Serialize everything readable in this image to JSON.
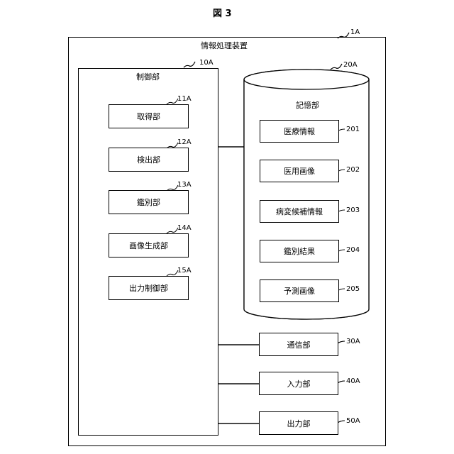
{
  "figure_label": "図 3",
  "device": {
    "label": "情報処理装置",
    "ref": "1A"
  },
  "control": {
    "label": "制御部",
    "ref": "10A",
    "units": [
      {
        "label": "取得部",
        "ref": "11A"
      },
      {
        "label": "検出部",
        "ref": "12A"
      },
      {
        "label": "鑑別部",
        "ref": "13A"
      },
      {
        "label": "画像生成部",
        "ref": "14A"
      },
      {
        "label": "出力制御部",
        "ref": "15A"
      }
    ]
  },
  "storage": {
    "label": "記憶部",
    "ref": "20A",
    "items": [
      {
        "label": "医療情報",
        "ref": "201"
      },
      {
        "label": "医用画像",
        "ref": "202"
      },
      {
        "label": "病変候補情報",
        "ref": "203"
      },
      {
        "label": "鑑別結果",
        "ref": "204"
      },
      {
        "label": "予測画像",
        "ref": "205"
      }
    ]
  },
  "peripherals": [
    {
      "label": "通信部",
      "ref": "30A"
    },
    {
      "label": "入力部",
      "ref": "40A"
    },
    {
      "label": "出力部",
      "ref": "50A"
    }
  ]
}
